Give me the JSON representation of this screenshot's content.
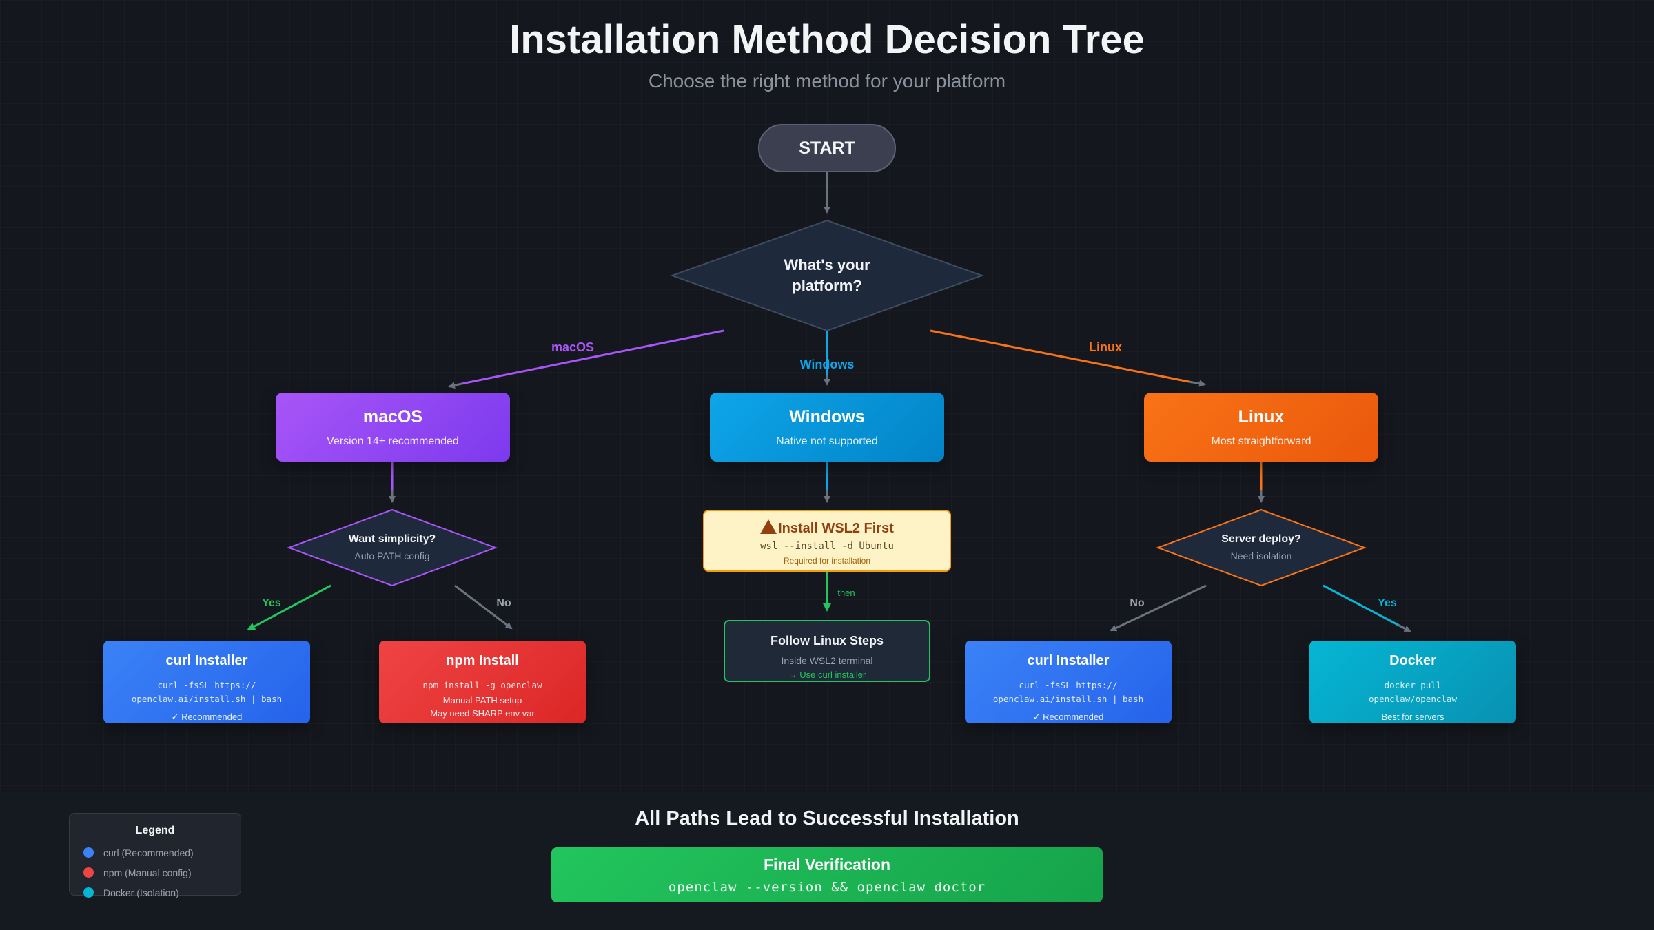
{
  "header": {
    "title": "Installation Method Decision Tree",
    "subtitle": "Choose the right method for your platform"
  },
  "colors": {
    "macos": "#a855f7",
    "windows": "#0ea5e9",
    "linux": "#f97316",
    "curl": "#3b82f6",
    "npm": "#ef4444",
    "docker": "#06b6d4",
    "success": "#22c55e",
    "warning": "#f59e0b"
  },
  "start": {
    "label": "START"
  },
  "platform_decision": {
    "line1": "What's your",
    "line2": "platform?"
  },
  "edge_labels": {
    "macos": "macOS",
    "windows": "Windows",
    "linux": "Linux",
    "mac_yes": "Yes",
    "mac_no": "No",
    "linux_no": "No",
    "linux_yes": "Yes",
    "then": "then"
  },
  "platforms": {
    "macos": {
      "title": "macOS",
      "sub": "Version 14+ recommended"
    },
    "windows": {
      "title": "Windows",
      "sub": "Native not supported"
    },
    "linux": {
      "title": "Linux",
      "sub": "Most straightforward"
    }
  },
  "mac_decision": {
    "title": "Want simplicity?",
    "sub": "Auto PATH config"
  },
  "linux_decision": {
    "title": "Server deploy?",
    "sub": "Need isolation"
  },
  "wsl": {
    "title": "Install WSL2 First",
    "icon": "warning-icon",
    "command": "wsl --install -d Ubuntu",
    "note": "Required for installation"
  },
  "follow": {
    "title": "Follow Linux Steps",
    "sub": "Inside WSL2 terminal",
    "note": "→ Use curl installer"
  },
  "leaves": {
    "mac_curl": {
      "title": "curl Installer",
      "cmd1": "curl -fsSL https://",
      "cmd2": "openclaw.ai/install.sh | bash",
      "note": "✓ Recommended"
    },
    "mac_npm": {
      "title": "npm Install",
      "cmd1": "npm install -g openclaw",
      "note1": "Manual PATH setup",
      "note2": "May need SHARP env var"
    },
    "linux_curl": {
      "title": "curl Installer",
      "cmd1": "curl -fsSL https://",
      "cmd2": "openclaw.ai/install.sh | bash",
      "note": "✓ Recommended"
    },
    "linux_docker": {
      "title": "Docker",
      "cmd1": "docker pull",
      "cmd2": "openclaw/openclaw",
      "note": "Best for servers"
    }
  },
  "footer": {
    "heading": "All Paths Lead to Successful Installation",
    "final_title": "Final Verification",
    "final_cmd": "openclaw --version && openclaw doctor"
  },
  "legend": {
    "title": "Legend",
    "items": [
      {
        "label": "curl (Recommended)",
        "color": "#3b82f6"
      },
      {
        "label": "npm (Manual config)",
        "color": "#ef4444"
      },
      {
        "label": "Docker (Isolation)",
        "color": "#06b6d4"
      }
    ]
  }
}
